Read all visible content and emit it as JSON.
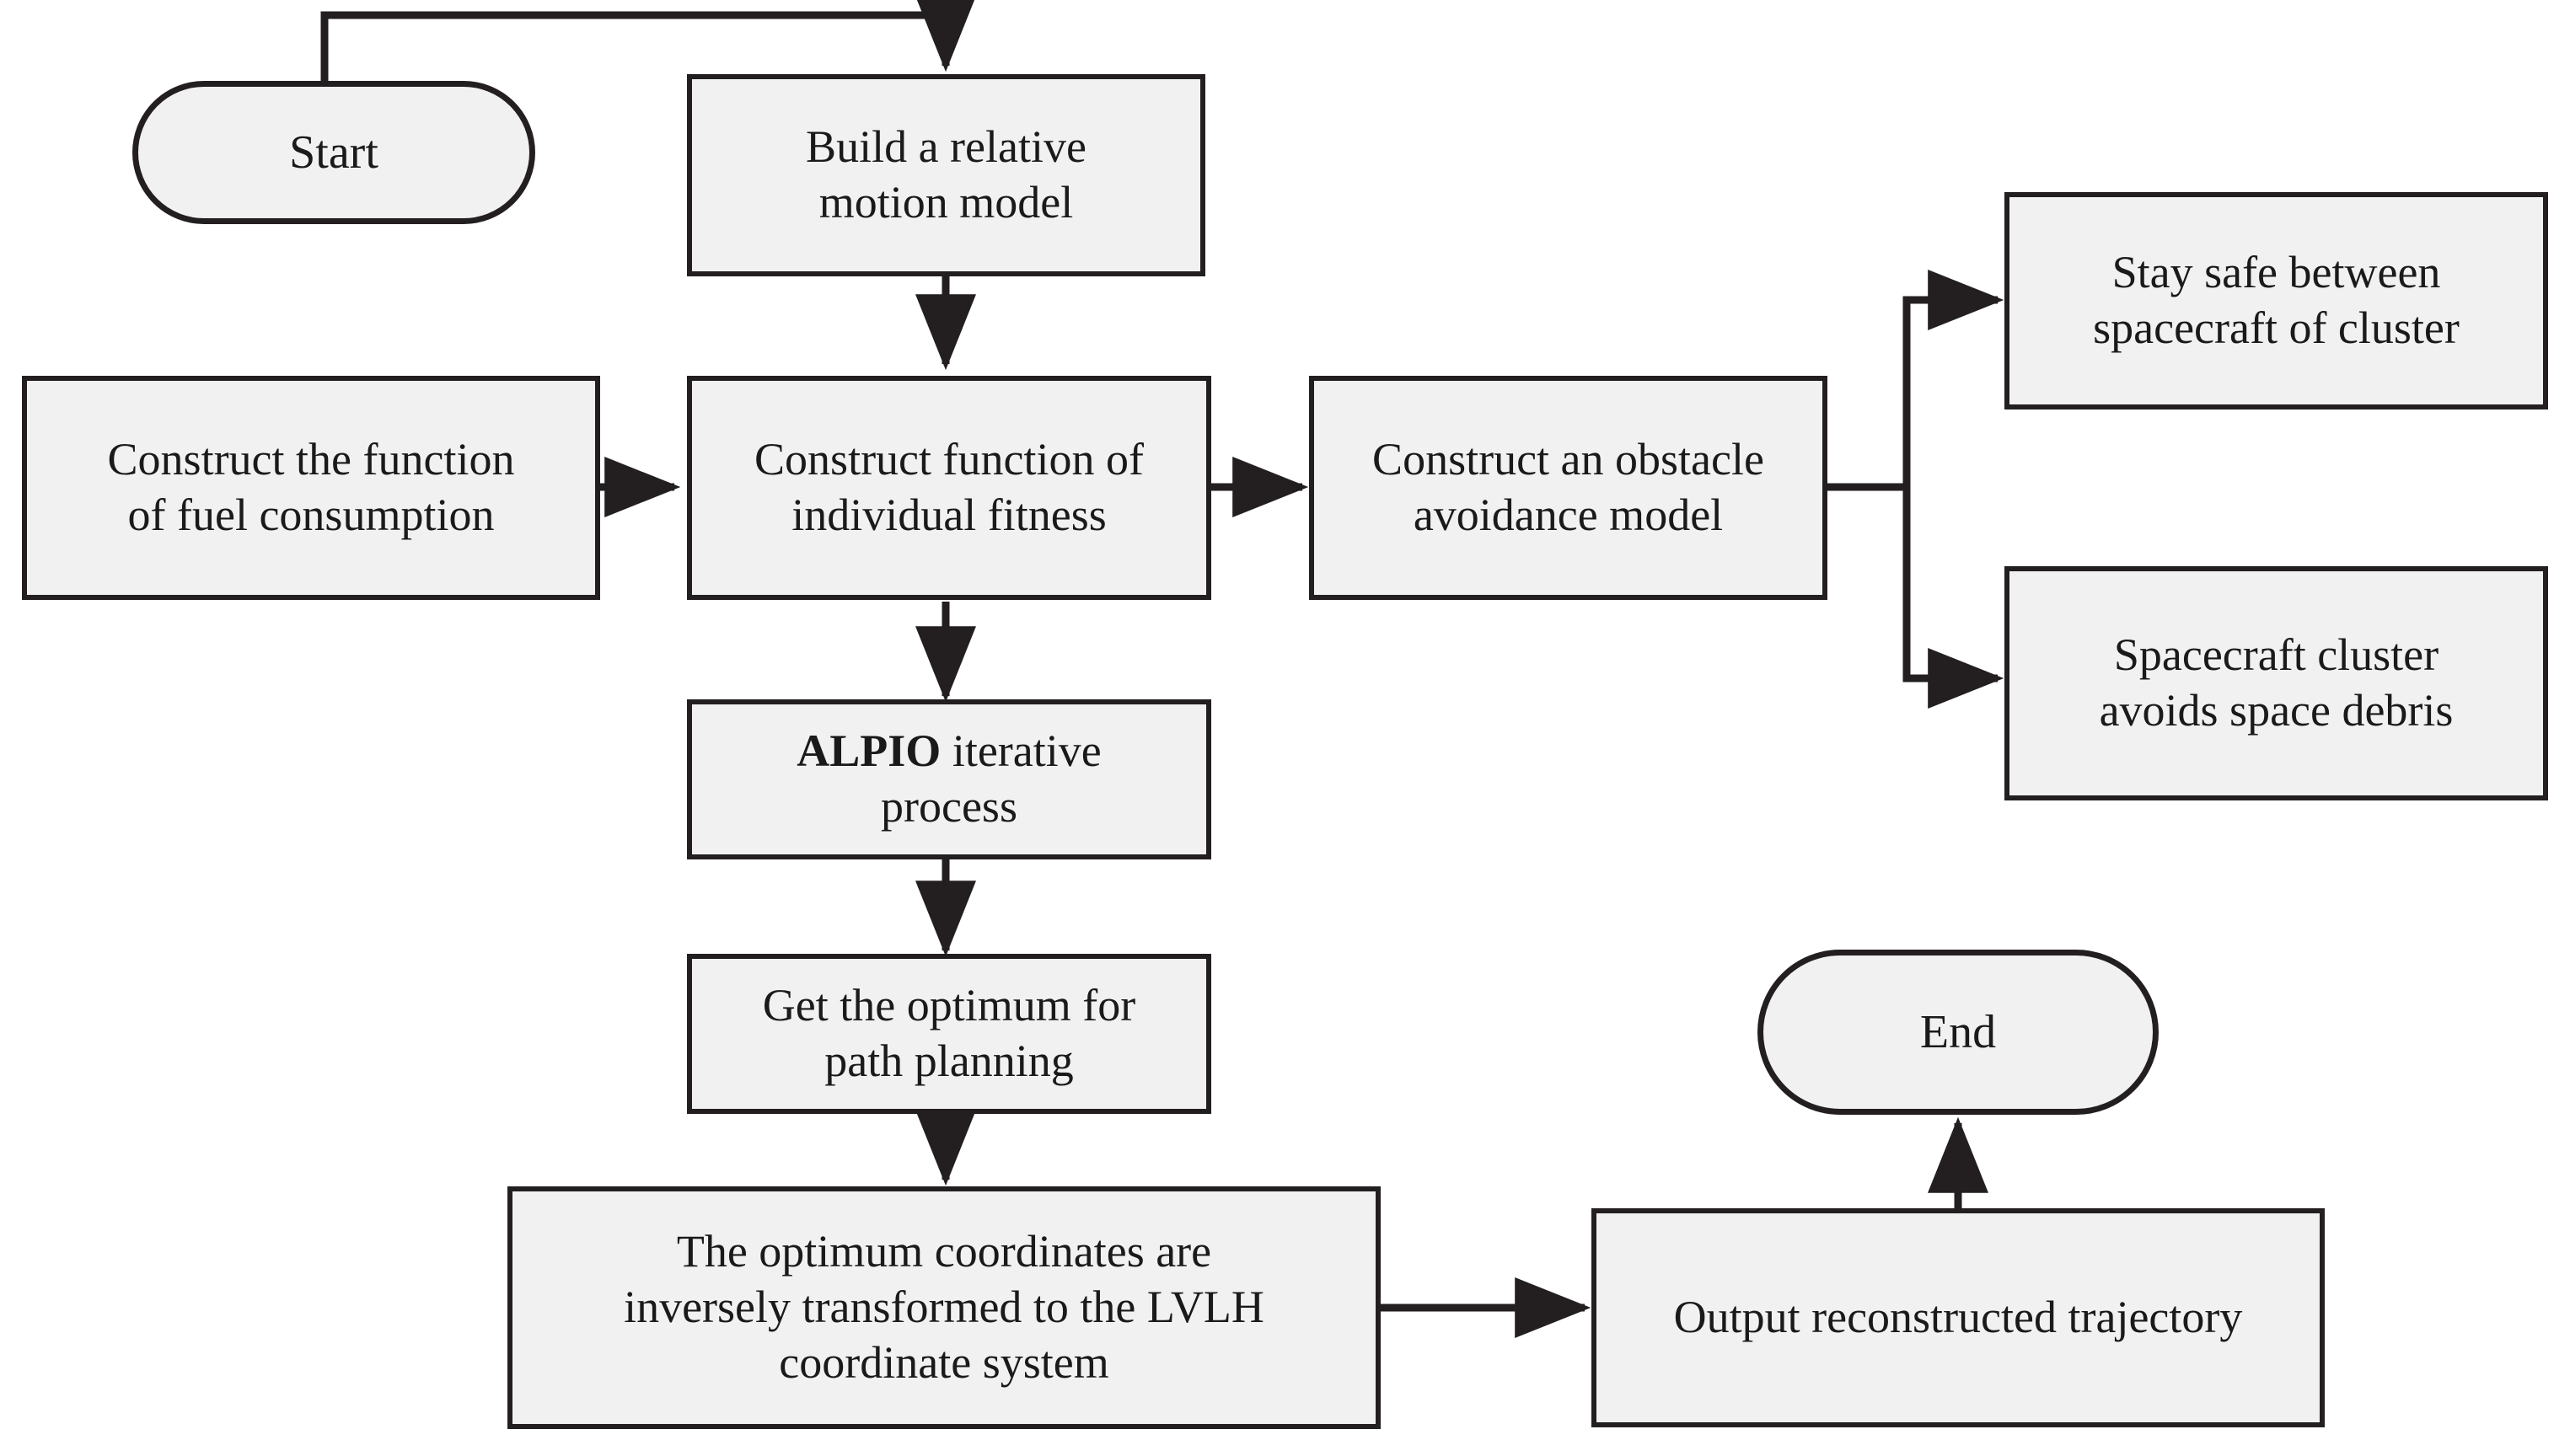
{
  "diagram": {
    "title": "Spacecraft cluster trajectory planning flowchart",
    "background_color": "#ffffff",
    "node_fill": "#f1f1f1",
    "stroke_color": "#231f20",
    "text_color": "#1a1a1a"
  },
  "nodes": {
    "start": {
      "label": "Start",
      "shape": "stadium"
    },
    "build_model": {
      "line1": "Build a relative",
      "line2": "motion model",
      "shape": "rect"
    },
    "fuel_function": {
      "line1": "Construct the function",
      "line2": "of fuel consumption",
      "shape": "rect"
    },
    "fitness_function": {
      "line1": "Construct function of",
      "line2": "individual fitness",
      "shape": "rect"
    },
    "obstacle_model": {
      "line1": "Construct an obstacle",
      "line2": "avoidance model",
      "shape": "rect"
    },
    "stay_safe": {
      "line1": "Stay safe between",
      "line2": "spacecraft of cluster",
      "shape": "rect"
    },
    "avoid_debris": {
      "line1": "Spacecraft cluster",
      "line2": "avoids space debris",
      "shape": "rect"
    },
    "alpio": {
      "emphasis": "ALPIO",
      "line1_rest": " iterative",
      "line2": "process",
      "shape": "rect"
    },
    "get_optimum": {
      "line1": "Get the optimum for",
      "line2": "path planning",
      "shape": "rect"
    },
    "inverse_transform": {
      "line1": "The optimum coordinates are",
      "line2": "inversely transformed to the LVLH",
      "line3": "coordinate system",
      "shape": "rect"
    },
    "output_trajectory": {
      "label": "Output reconstructed trajectory",
      "shape": "rect"
    },
    "end": {
      "label": "End",
      "shape": "stadium"
    }
  },
  "edges": [
    {
      "name": "start-to-build-model",
      "from": "start",
      "to": "build_model",
      "style": "orthogonal-up-right-down",
      "arrow": true
    },
    {
      "name": "build-model-to-fitness",
      "from": "build_model",
      "to": "fitness_function",
      "style": "vertical",
      "arrow": true
    },
    {
      "name": "fuel-to-fitness",
      "from": "fuel_function",
      "to": "fitness_function",
      "style": "horizontal",
      "arrow": true
    },
    {
      "name": "fitness-to-obstacle",
      "from": "fitness_function",
      "to": "obstacle_model",
      "style": "horizontal",
      "arrow": true
    },
    {
      "name": "obstacle-to-stay-safe",
      "from": "obstacle_model",
      "to": "stay_safe",
      "style": "orthogonal-right-up-right",
      "arrow": true
    },
    {
      "name": "obstacle-to-avoid-debris",
      "from": "obstacle_model",
      "to": "avoid_debris",
      "style": "orthogonal-right-down-right",
      "arrow": true
    },
    {
      "name": "fitness-to-alpio",
      "from": "fitness_function",
      "to": "alpio",
      "style": "vertical",
      "arrow": true
    },
    {
      "name": "alpio-to-get-optimum",
      "from": "alpio",
      "to": "get_optimum",
      "style": "vertical",
      "arrow": true
    },
    {
      "name": "get-optimum-to-inverse",
      "from": "get_optimum",
      "to": "inverse_transform",
      "style": "vertical",
      "arrow": true
    },
    {
      "name": "inverse-to-output",
      "from": "inverse_transform",
      "to": "output_trajectory",
      "style": "horizontal",
      "arrow": true
    },
    {
      "name": "output-to-end",
      "from": "output_trajectory",
      "to": "end",
      "style": "vertical-up",
      "arrow": true
    }
  ]
}
